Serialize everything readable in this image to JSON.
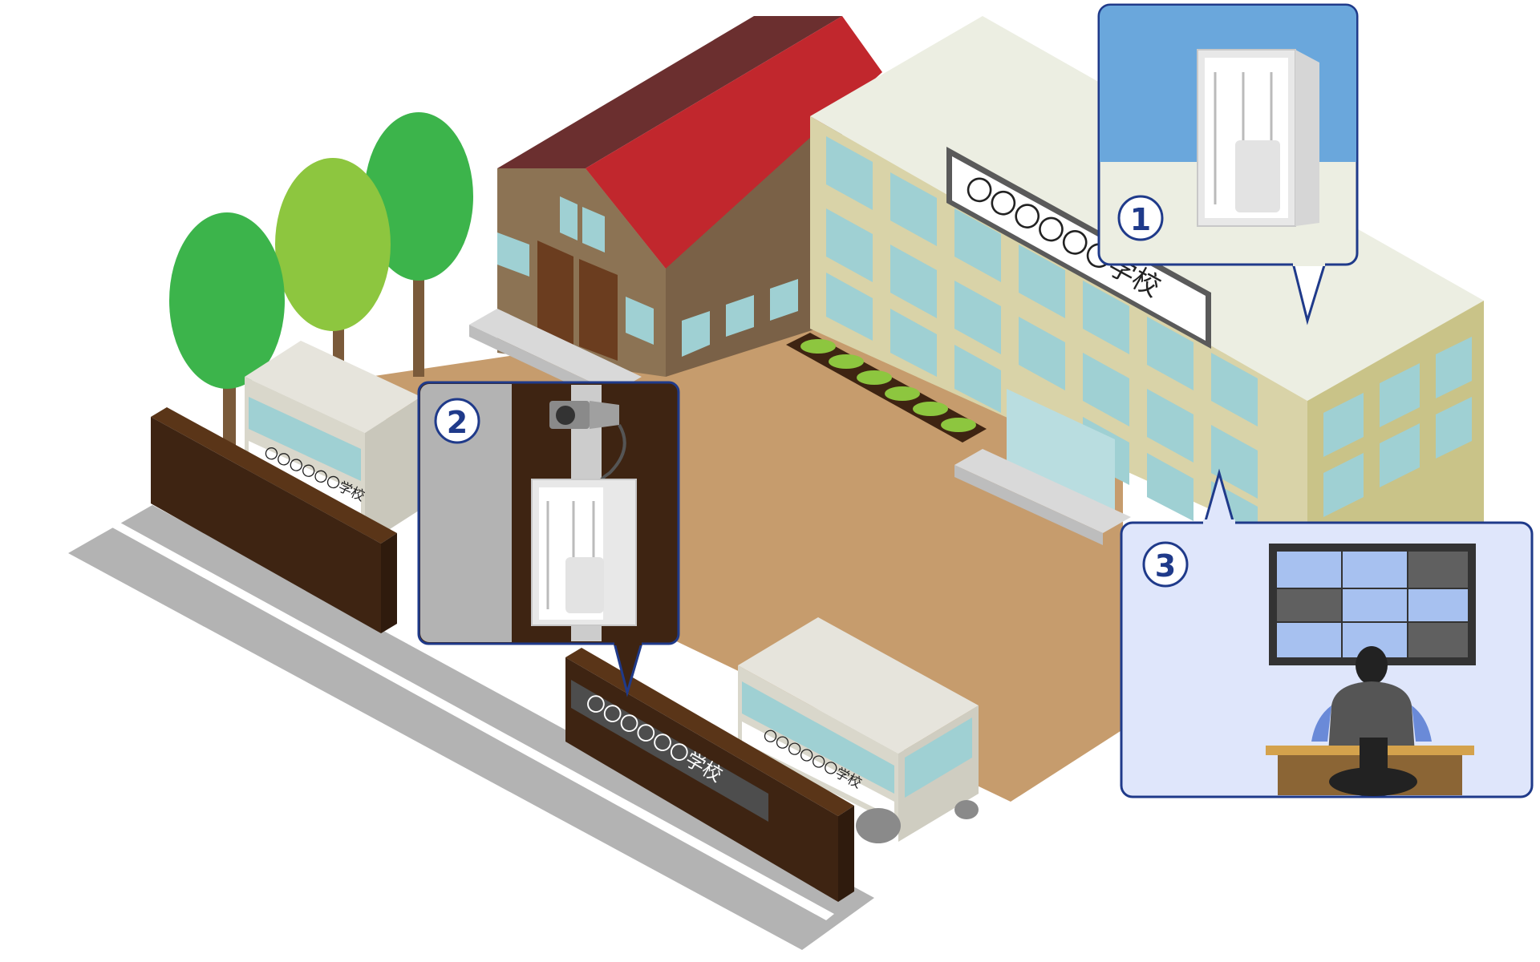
{
  "school_sign": {
    "label": "〇〇〇〇〇〇学校"
  },
  "gate_sign": {
    "label": "〇〇〇〇〇〇学校"
  },
  "bus_left": {
    "label": "〇〇〇〇〇〇学校"
  },
  "bus_right": {
    "label": "〇〇〇〇〇〇学校"
  },
  "callouts": [
    {
      "number": "1"
    },
    {
      "number": "2"
    },
    {
      "number": "3"
    }
  ],
  "colors": {
    "callout_border": "#1f3a8a",
    "roof": "#c1272d",
    "ground": "#c69c6d",
    "tree_dark": "#3cb44b",
    "tree_light": "#8dc63f",
    "window": "#9fd0d3",
    "wall_dark": "#3e2412"
  }
}
